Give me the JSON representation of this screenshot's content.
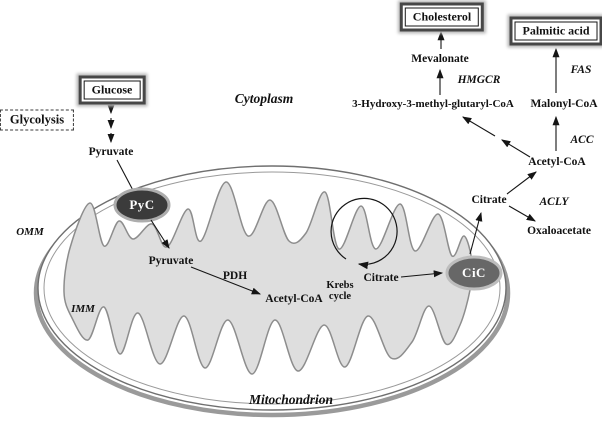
{
  "regions": {
    "cytoplasm": "Cytoplasm",
    "mitochondrion": "Mitochondrion",
    "omm": "OMM",
    "imm": "IMM"
  },
  "boxes": {
    "glucose": "Glucose",
    "glycolysis": "Glycolysis",
    "cholesterol": "Cholesterol",
    "palmitic_acid": "Palmitic acid"
  },
  "metabolites": {
    "pyruvate_cytoplasm": "Pyruvate",
    "pyruvate_matrix": "Pyruvate",
    "acetyl_coa_matrix": "Acetyl-CoA",
    "citrate_matrix": "Citrate",
    "citrate_cytoplasm": "Citrate",
    "oxaloacetate": "Oxaloacetate",
    "acetyl_coa_cytoplasm": "Acetyl-CoA",
    "malonyl_coa": "Malonyl-CoA",
    "hmg_coa": "3-Hydroxy-3-methyl-glutaryl-CoA",
    "mevalonate": "Mevalonate"
  },
  "enzymes": {
    "pdh": "PDH",
    "acly": "ACLY",
    "acc": "ACC",
    "fas": "FAS",
    "hmgcr": "HMGCR"
  },
  "transporters": {
    "pyc": "PyC",
    "cic": "CiC"
  },
  "krebs": {
    "line1": "Krebs",
    "line2": "cycle"
  },
  "colors": {
    "pyc_fill": "#3b3b3b",
    "cic_fill": "#676767",
    "matrix_fill": "#dedede",
    "membrane_stroke": "#6f6f6f",
    "arrow": "#151515",
    "background": "#ffffff"
  }
}
